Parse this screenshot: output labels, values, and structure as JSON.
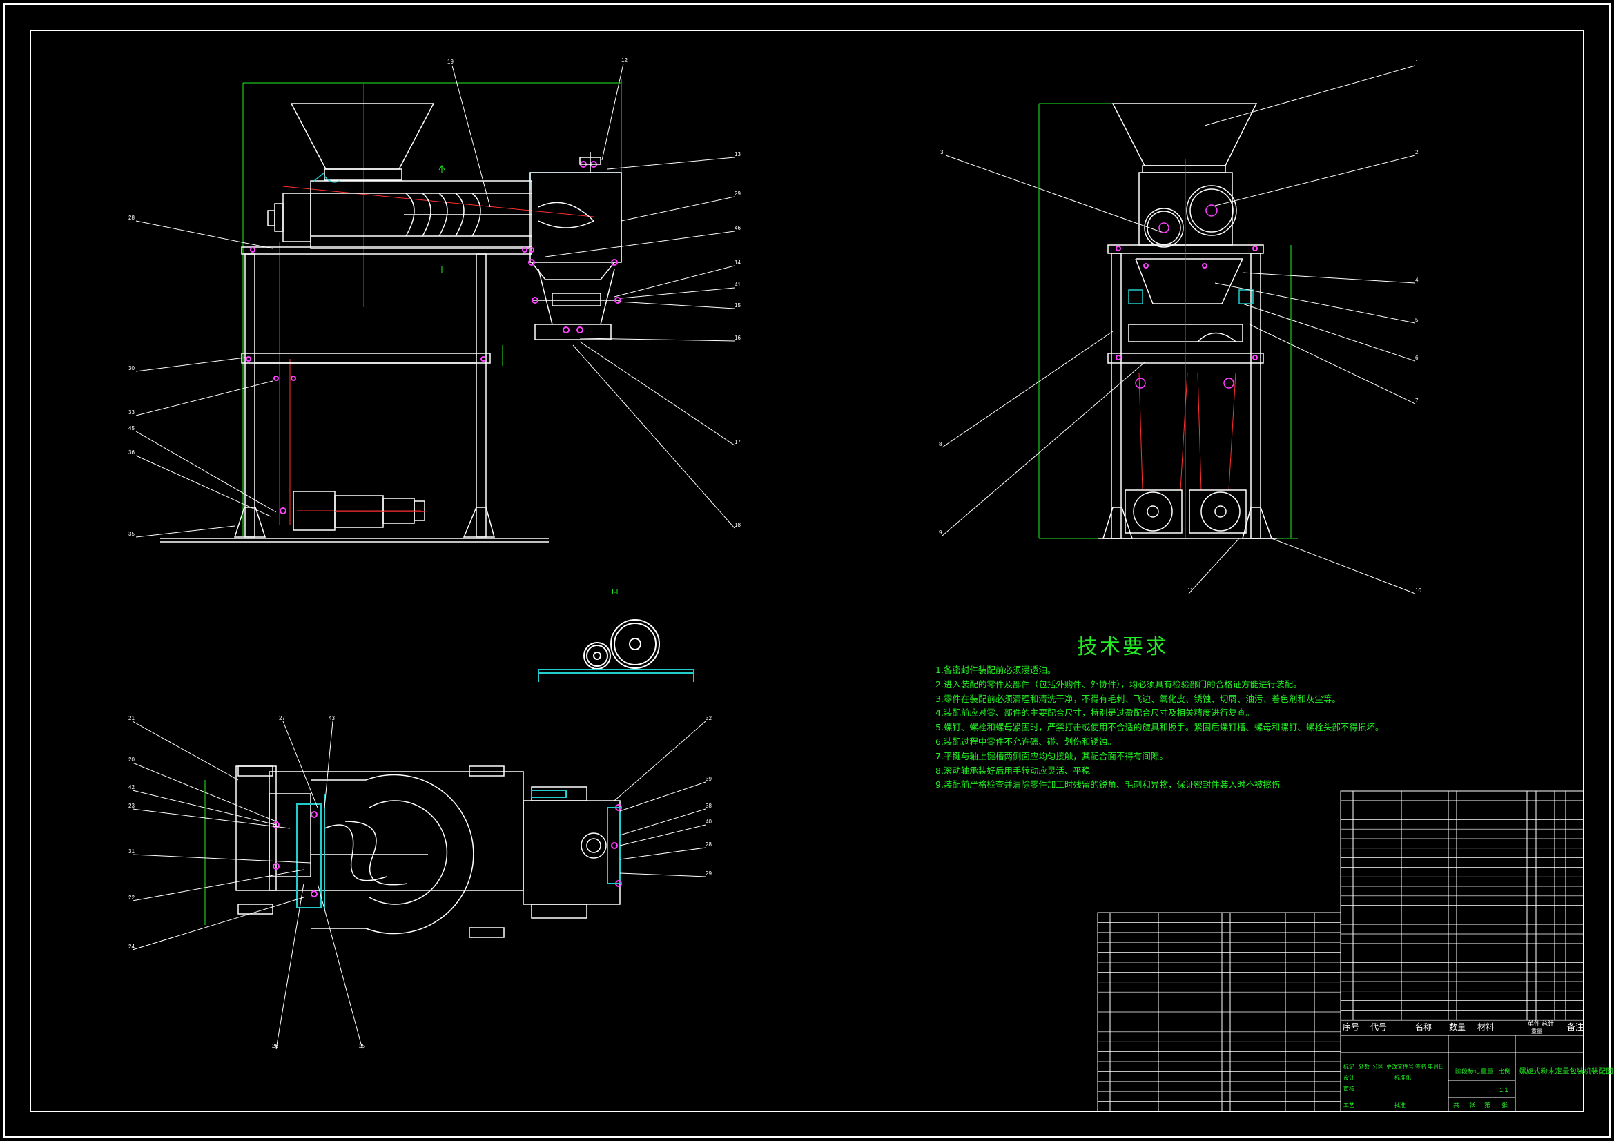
{
  "section_label": "I-I",
  "tech_requirements": {
    "title": "技术要求",
    "items": [
      "1.各密封件装配前必须浸透油。",
      "2.进入装配的零件及部件（包括外购件、外协件），均必须具有检验部门的合格证方能进行装配。",
      "3.零件在装配前必须清理和清洗干净，不得有毛刺、飞边、氧化皮、锈蚀、切屑、油污、着色剂和灰尘等。",
      "4.装配前应对零、部件的主要配合尺寸，特别是过盈配合尺寸及相关精度进行复查。",
      "5.螺钉、螺栓和螺母紧固时，严禁打击或使用不合适的旋具和扳手。紧固后螺钉槽、螺母和螺钉、螺栓头部不得损坏。",
      "6.装配过程中零件不允许磕、碰、划伤和锈蚀。",
      "7.平键与轴上键槽两侧面应均匀接触，其配合面不得有间隙。",
      "8.滚动轴承装好后用手转动应灵活、平稳。",
      "9.装配前严格检查并清除零件加工时残留的锐角、毛刺和异物，保证密封件装入时不被擦伤。"
    ]
  },
  "balloons": {
    "front": [
      "19",
      "12",
      "13",
      "29",
      "46",
      "14",
      "41",
      "15",
      "16",
      "17",
      "18",
      "28",
      "30",
      "33",
      "45",
      "36",
      "35"
    ],
    "side": [
      "1",
      "2",
      "3",
      "4",
      "5",
      "6",
      "7",
      "8",
      "9",
      "11",
      "10"
    ],
    "plan": [
      "21",
      "20",
      "42",
      "27",
      "43",
      "23",
      "31",
      "22",
      "24",
      "26",
      "25",
      "32",
      "39",
      "38",
      "40",
      "28",
      "29"
    ]
  },
  "title_block": {
    "headers": [
      "序号",
      "代号",
      "名称",
      "数量",
      "材料",
      "单件",
      "总计",
      "备注"
    ],
    "weight_label": "重量",
    "sign_labels": [
      "标记",
      "处数",
      "分区",
      "更改文件号",
      "签名",
      "年月日",
      "设计",
      "审核",
      "工艺",
      "标准化",
      "批准"
    ],
    "stage_labels": [
      "阶段标记",
      "重量",
      "比例"
    ],
    "scale": "1:1",
    "sheet": [
      "共",
      "张",
      "第",
      "张"
    ],
    "drawing_title": "螺旋式粉末定量包装机装配图"
  },
  "colors": {
    "line": "#ffffff",
    "center": "#ff3030",
    "dim": "#22ee22",
    "part": "#22cccc",
    "detail": "#ff40ff",
    "text": "#22ee22"
  }
}
